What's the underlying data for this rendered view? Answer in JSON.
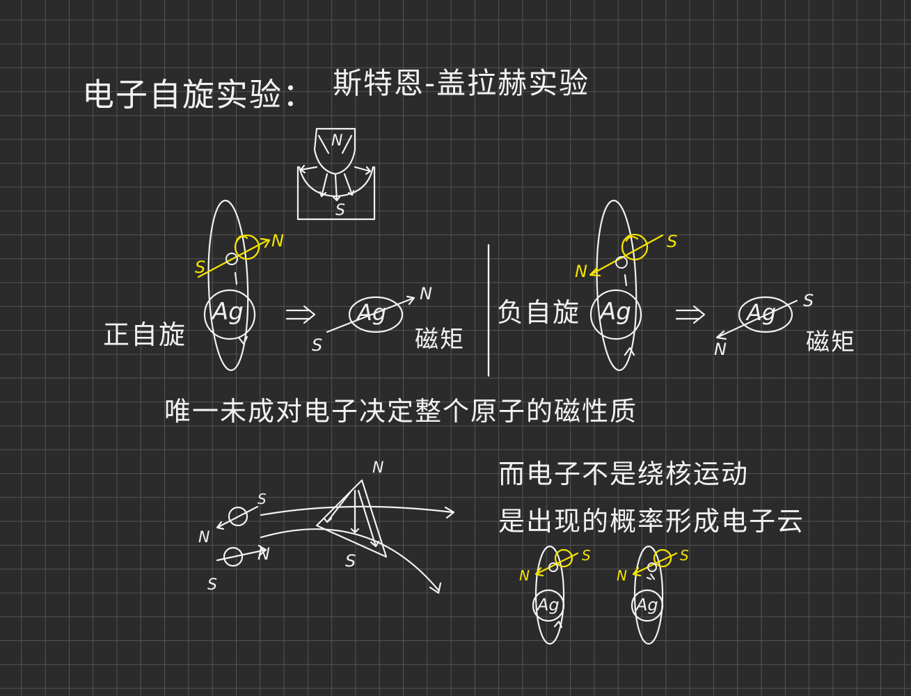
{
  "note": {
    "title": "电子自旋实验：",
    "title_experiment": "斯特恩-盖拉赫实验",
    "spin_plus": "正自旋",
    "spin_minus": "负自旋",
    "moment_1": "磁矩",
    "moment_2": "磁矩",
    "implies_1": "=>",
    "implies_2": "=>",
    "conclusion": "唯一未成对电子决定整个原子的磁性质",
    "cloud_line_1": "而电子不是绕核运动",
    "cloud_line_2": "是出现的概率形成电子云"
  },
  "labels": {
    "magnet_N": "N",
    "magnet_S": "S",
    "left_e_S": "S",
    "left_e_N": "N",
    "left_atom": "Ag",
    "left_result_atom": "Ag",
    "left_result_N": "N",
    "left_result_S": "S",
    "right_e_N": "N",
    "right_e_S": "S",
    "right_atom": "Ag",
    "right_result_atom": "Ag",
    "right_result_S": "S",
    "right_result_N": "N",
    "beam_magnet_N": "N",
    "beam_magnet_S": "S",
    "beam_top_N": "N",
    "beam_top_S": "S",
    "beam_bottom_S": "S",
    "beam_bottom_N": "N",
    "small1_N": "N",
    "small1_S": "S",
    "small1_atom": "Ag",
    "small2_N": "N",
    "small2_S": "S",
    "small2_atom": "Ag"
  },
  "colors": {
    "background": "#2b2b2b",
    "grid": "#555555",
    "ink": "#f2f2f2",
    "highlight": "#f5e400"
  }
}
